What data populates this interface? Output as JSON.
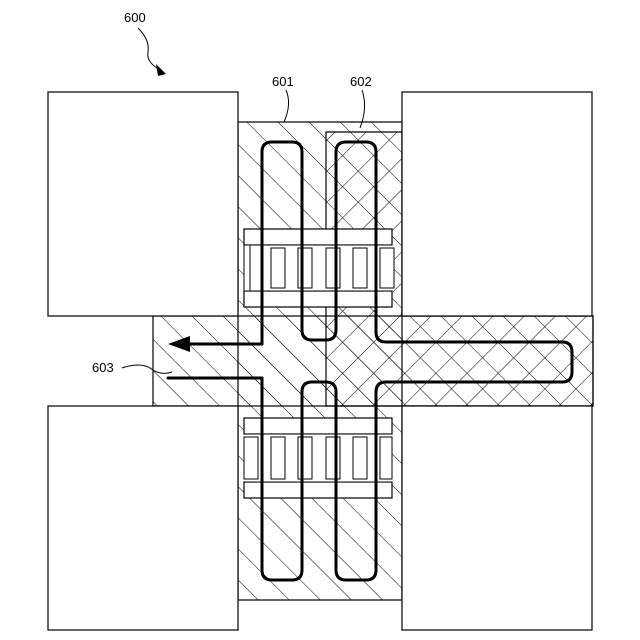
{
  "labels": {
    "figure": "600",
    "region_single_hatch": "601",
    "region_cross_hatch": "602",
    "flow_path": "603"
  },
  "colors": {
    "line": "#000000",
    "background": "#ffffff"
  }
}
